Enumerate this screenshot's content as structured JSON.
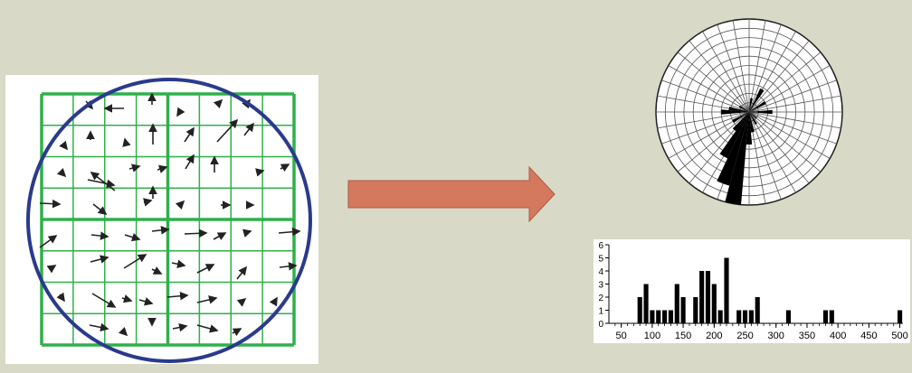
{
  "grid_panel": {
    "name": "vector-grid",
    "cells_per_side": 8
  },
  "flow_arrow": {
    "color": "#d4785e",
    "stroke": "#b05a44"
  },
  "rose_diagram": {
    "name": "direction-rose",
    "petals": [
      {
        "angle": 190,
        "length": 1.0
      },
      {
        "angle": 200,
        "length": 0.82
      },
      {
        "angle": 210,
        "length": 0.55
      },
      {
        "angle": 180,
        "length": 0.35
      },
      {
        "angle": 170,
        "length": 0.22
      },
      {
        "angle": 220,
        "length": 0.25
      },
      {
        "angle": 240,
        "length": 0.2
      },
      {
        "angle": 270,
        "length": 0.3
      },
      {
        "angle": 280,
        "length": 0.22
      },
      {
        "angle": 90,
        "length": 0.25
      },
      {
        "angle": 60,
        "length": 0.2
      },
      {
        "angle": 30,
        "length": 0.28
      },
      {
        "angle": 10,
        "length": 0.15
      },
      {
        "angle": 300,
        "length": 0.12
      },
      {
        "angle": 130,
        "length": 0.1
      },
      {
        "angle": 150,
        "length": 0.15
      }
    ]
  },
  "histogram": {
    "chart_data": {
      "type": "bar",
      "x": [
        80,
        90,
        100,
        110,
        120,
        130,
        140,
        150,
        170,
        180,
        190,
        200,
        210,
        220,
        240,
        250,
        260,
        270,
        320,
        380,
        390,
        500
      ],
      "values": [
        2,
        3,
        1,
        1,
        1,
        1,
        3,
        2,
        2,
        4,
        4,
        3,
        1,
        5,
        1,
        1,
        1,
        2,
        1,
        1,
        1,
        1
      ],
      "ylim": [
        0,
        6
      ],
      "yticks": [
        "0",
        "1",
        "2",
        "3",
        "4",
        "5",
        "6"
      ],
      "xticks": [
        "50",
        "100",
        "150",
        "200",
        "250",
        "300",
        "350",
        "400",
        "450",
        "500"
      ],
      "xtick_values": [
        50,
        100,
        150,
        200,
        250,
        300,
        350,
        400,
        450,
        500
      ]
    }
  }
}
